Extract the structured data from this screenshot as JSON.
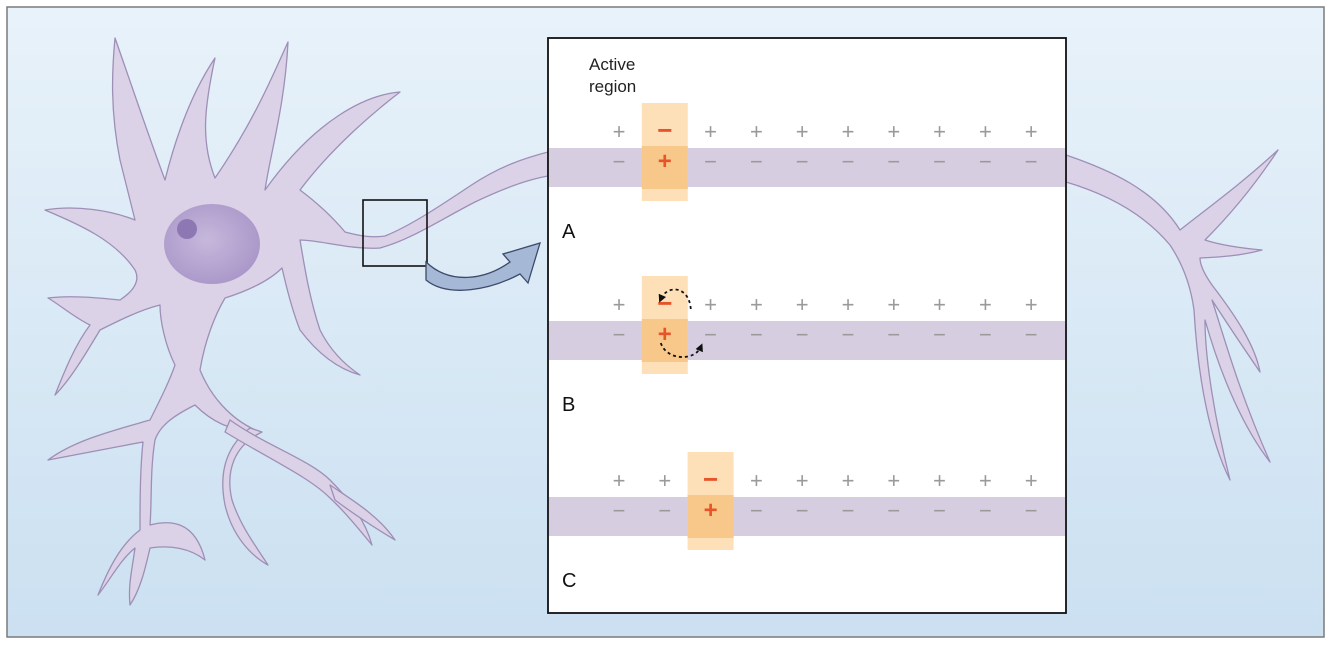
{
  "labels": {
    "active_region": [
      "Active",
      "region"
    ],
    "panels": [
      "A",
      "B",
      "C"
    ]
  },
  "symbols": {
    "plus": "+",
    "minus": "−",
    "active_minus": "−",
    "active_plus": "+"
  },
  "panels": [
    {
      "label": "A",
      "active_index": 1,
      "has_current_arrows": false
    },
    {
      "label": "B",
      "active_index": 1,
      "has_current_arrows": true
    },
    {
      "label": "C",
      "active_index": 2,
      "has_current_arrows": false
    }
  ],
  "charge_columns": 10,
  "colors": {
    "background_top": "#e8f2fa",
    "background_bottom": "#cbe0f1",
    "frame": "#7a7a7a",
    "neuron_fill": "#dcd2e8",
    "neuron_stroke": "#9d8fb6",
    "nucleus": "#b4a2cf",
    "nucleolus": "#8e78b3",
    "membrane_band": "#d6cde0",
    "active_region": "#fde0b8",
    "active_core": "#f7c281",
    "active_symbol": "#e8542a",
    "resting_symbol": "#9a9a9a",
    "arrow_fill": "#a5b8d6",
    "arrow_stroke": "#3e4a6a",
    "inset_border": "#111111"
  }
}
